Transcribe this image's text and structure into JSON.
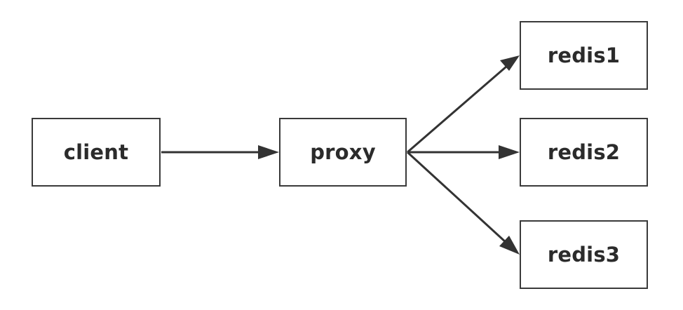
{
  "diagram": {
    "line_color": "#333333",
    "nodes": {
      "client": "client",
      "proxy": "proxy",
      "redis1": "redis1",
      "redis2": "redis2",
      "redis3": "redis3"
    },
    "edges": [
      {
        "from": "client",
        "to": "proxy"
      },
      {
        "from": "proxy",
        "to": "redis1"
      },
      {
        "from": "proxy",
        "to": "redis2"
      },
      {
        "from": "proxy",
        "to": "redis3"
      }
    ]
  }
}
